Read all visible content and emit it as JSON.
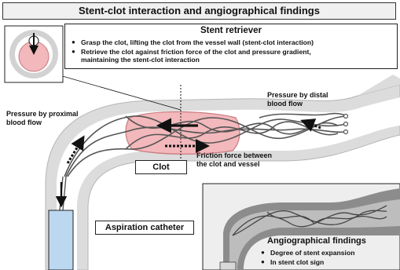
{
  "title": "Stent-clot interaction and angiographical findings",
  "stent_retriever": {
    "heading": "Stent retriever",
    "bullets": [
      "Grasp the clot, lifting the clot from the vessel wall (stent-clot interaction)",
      "Retrieve the clot against friction force of the clot and pressure gradient,\nmaintaining the stent-clot interaction"
    ]
  },
  "labels": {
    "proximal_pressure": "Pressure by proximal\nblood flow",
    "distal_pressure": "Pressure by distal\nblood flow",
    "friction": "Friction force between\nthe clot and vessel",
    "clot": "Clot",
    "aspiration": "Aspiration catheter"
  },
  "angiographical": {
    "heading": "Angiographical findings",
    "bullets": [
      "Degree of stent expansion",
      "In stent clot sign"
    ]
  },
  "colors": {
    "vessel": "#dcdcdc",
    "vessel_dark": "#8c8c8c",
    "clot": "#f2b8bb",
    "clot_edge": "#c9797e",
    "catheter": "#bcd7f0",
    "inset_bg": "#eeeeee"
  }
}
